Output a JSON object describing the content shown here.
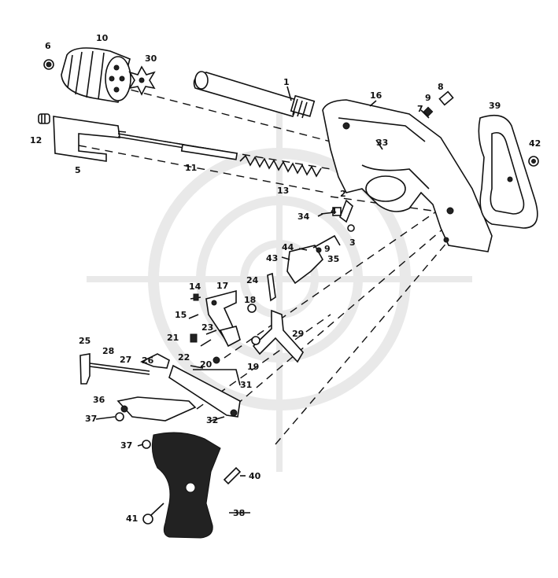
{
  "labels": {
    "l1": "1",
    "l2": "2",
    "l3": "3",
    "l4": "4",
    "l5": "5",
    "l6": "6",
    "l7": "7",
    "l8": "8",
    "l9": "9",
    "l10": "10",
    "l11": "11",
    "l12": "12",
    "l13": "13",
    "l14": "14",
    "l15": "15",
    "l16": "16",
    "l17": "17",
    "l18": "18",
    "l19": "19",
    "l20": "20",
    "l21": "21",
    "l22": "22",
    "l23": "23",
    "l24": "24",
    "l25": "25",
    "l26": "26",
    "l27": "27",
    "l28": "28",
    "l29": "29",
    "l30": "30",
    "l31": "31",
    "l32": "32",
    "l33": "33",
    "l34": "34",
    "l35": "35",
    "l36": "36",
    "l37a": "37",
    "l37b": "37",
    "l38": "38",
    "l39": "39",
    "l40": "40",
    "l41": "41",
    "l42": "42",
    "l43": "43",
    "l44": "44"
  },
  "colors": {
    "ink": "#111111",
    "watermark": "#e9e9e9",
    "background": "#ffffff"
  }
}
